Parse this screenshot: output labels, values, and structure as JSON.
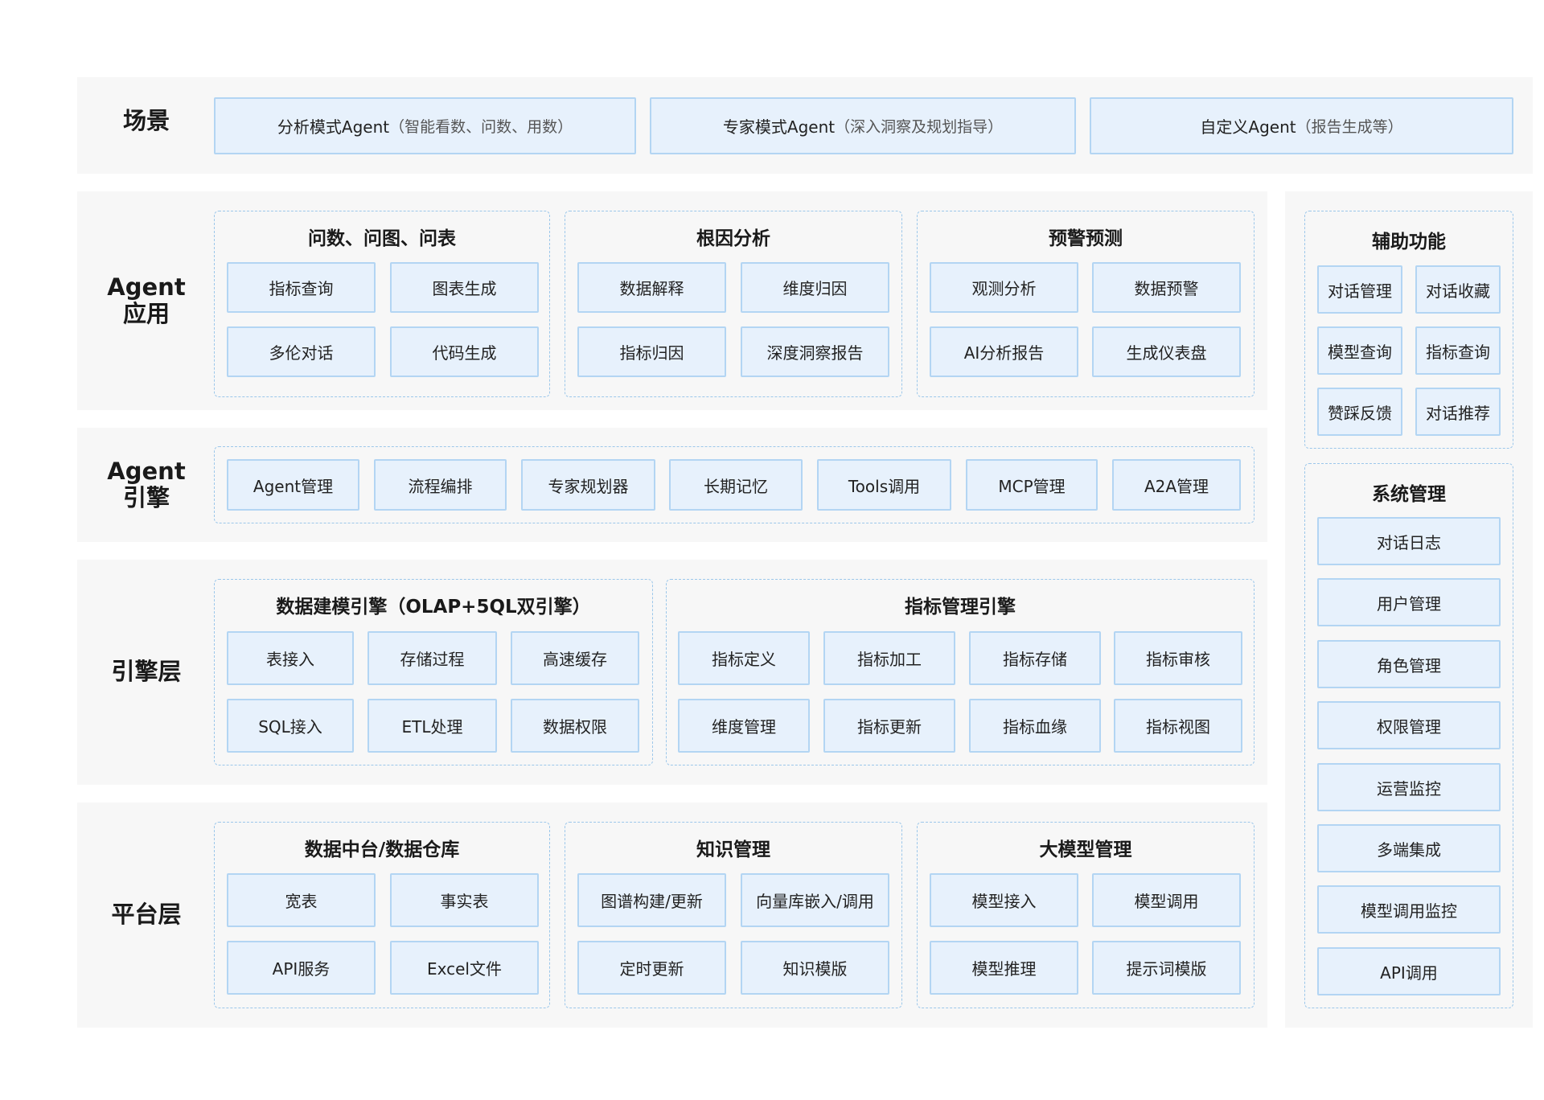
{
  "scene": {
    "label": "场景",
    "items": [
      {
        "name": "分析模式Agent",
        "detail": "（智能看数、问数、用数）"
      },
      {
        "name": "专家模式Agent",
        "detail": "（深入洞察及规划指导）"
      },
      {
        "name": "自定义Agent",
        "detail": "（报告生成等）"
      }
    ]
  },
  "agent_app": {
    "label": "Agent\n应用",
    "groups": [
      {
        "title": "问数、问图、问表",
        "items": [
          "指标查询",
          "图表生成",
          "多伦对话",
          "代码生成"
        ]
      },
      {
        "title": "根因分析",
        "items": [
          "数据解释",
          "维度归因",
          "指标归因",
          "深度洞察报告"
        ]
      },
      {
        "title": "预警预测",
        "items": [
          "观测分析",
          "数据预警",
          "AI分析报告",
          "生成仪表盘"
        ]
      }
    ]
  },
  "agent_engine": {
    "label": "Agent\n引擎",
    "items": [
      "Agent管理",
      "流程编排",
      "专家规划器",
      "长期记忆",
      "Tools调用",
      "MCP管理",
      "A2A管理"
    ]
  },
  "engine_layer": {
    "label": "引擎层",
    "groups": [
      {
        "title": "数据建模引擎（OLAP+5QL双引擎）",
        "items": [
          "表接入",
          "存储过程",
          "高速缓存",
          "SQL接入",
          "ETL处理",
          "数据权限"
        ]
      },
      {
        "title": "指标管理引擎",
        "items": [
          "指标定义",
          "指标加工",
          "指标存储",
          "指标审核",
          "维度管理",
          "指标更新",
          "指标血缘",
          "指标视图"
        ]
      }
    ]
  },
  "platform_layer": {
    "label": "平台层",
    "groups": [
      {
        "title": "数据中台/数据仓库",
        "items": [
          "宽表",
          "事实表",
          "API服务",
          "Excel文件"
        ]
      },
      {
        "title": "知识管理",
        "items": [
          "图谱构建/更新",
          "向量库嵌入/调用",
          "定时更新",
          "知识模版"
        ]
      },
      {
        "title": "大模型管理",
        "items": [
          "模型接入",
          "模型调用",
          "模型推理",
          "提示词模版"
        ]
      }
    ]
  },
  "aux": {
    "title": "辅助功能",
    "items": [
      "对话管理",
      "对话收藏",
      "模型查询",
      "指标查询",
      "赞踩反馈",
      "对话推荐"
    ]
  },
  "sysmgmt": {
    "title": "系统管理",
    "items": [
      "对话日志",
      "用户管理",
      "角色管理",
      "权限管理",
      "运营监控",
      "多端集成",
      "模型调用监控",
      "API调用"
    ]
  }
}
